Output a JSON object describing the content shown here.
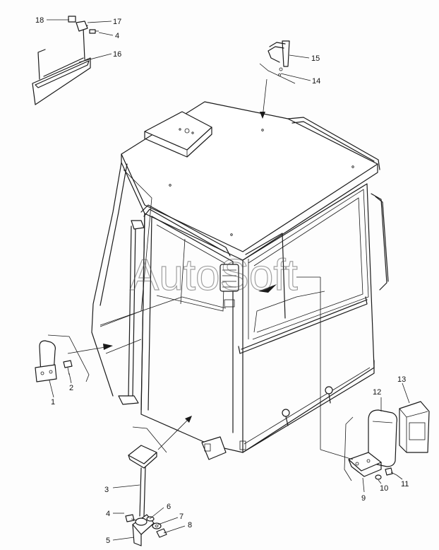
{
  "watermark": "AutoSoft",
  "callouts": [
    {
      "id": "c18",
      "text": "18"
    },
    {
      "id": "c17",
      "text": "17"
    },
    {
      "id": "c4a",
      "text": "4"
    },
    {
      "id": "c16",
      "text": "16"
    },
    {
      "id": "c15",
      "text": "15"
    },
    {
      "id": "c14",
      "text": "14"
    },
    {
      "id": "c1",
      "text": "1"
    },
    {
      "id": "c2",
      "text": "2"
    },
    {
      "id": "c12",
      "text": "12"
    },
    {
      "id": "c13",
      "text": "13"
    },
    {
      "id": "c3",
      "text": "3"
    },
    {
      "id": "c4b",
      "text": "4"
    },
    {
      "id": "c6",
      "text": "6"
    },
    {
      "id": "c7",
      "text": "7"
    },
    {
      "id": "c5",
      "text": "5"
    },
    {
      "id": "c8",
      "text": "8"
    },
    {
      "id": "c9",
      "text": "9"
    },
    {
      "id": "c10",
      "text": "10"
    },
    {
      "id": "c11",
      "text": "11"
    }
  ]
}
